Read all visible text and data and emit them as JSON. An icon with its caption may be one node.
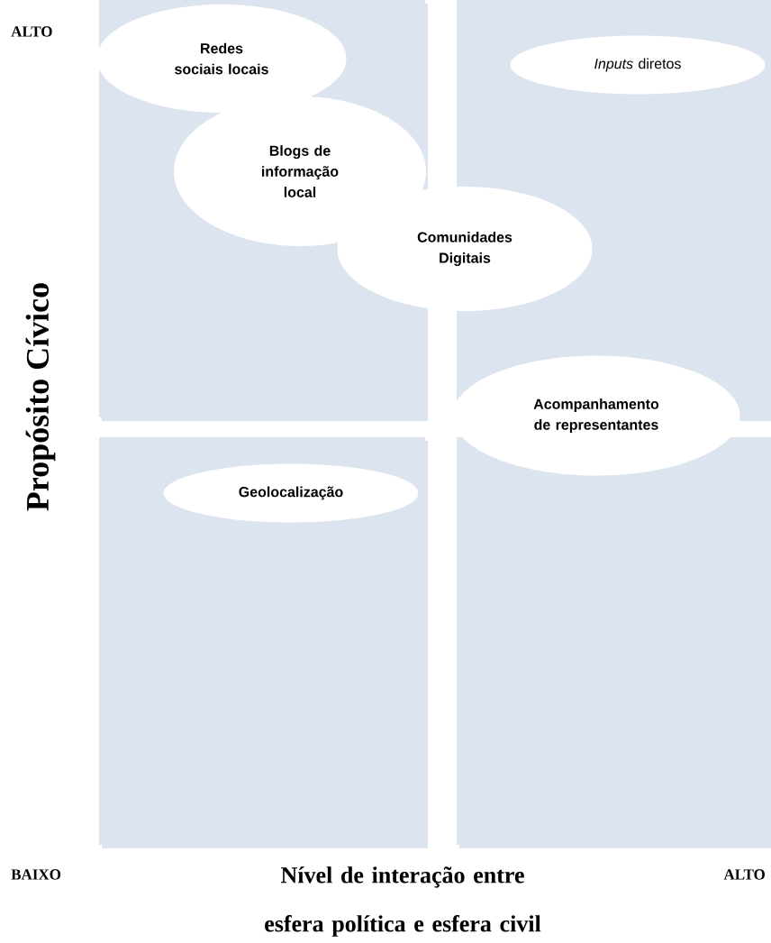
{
  "diagram": {
    "nodes": [
      {
        "text": [
          "Redes sociais locais"
        ]
      },
      {
        "text": [
          "Blogs de informação local"
        ]
      },
      {
        "text": [
          "Comunidades Digitais"
        ]
      },
      {
        "text": [
          "*Inputs* diretos"
        ]
      },
      {
        "text": [
          "Acompanhamento de representantes"
        ]
      },
      {
        "text": [
          "Geolocalização"
        ]
      }
    ],
    "labels": [
      "ALTO",
      "Propósito Cívico",
      "BAIXO",
      "Nível de interação entre esfera política e esfera civil",
      "ALTO"
    ]
  }
}
